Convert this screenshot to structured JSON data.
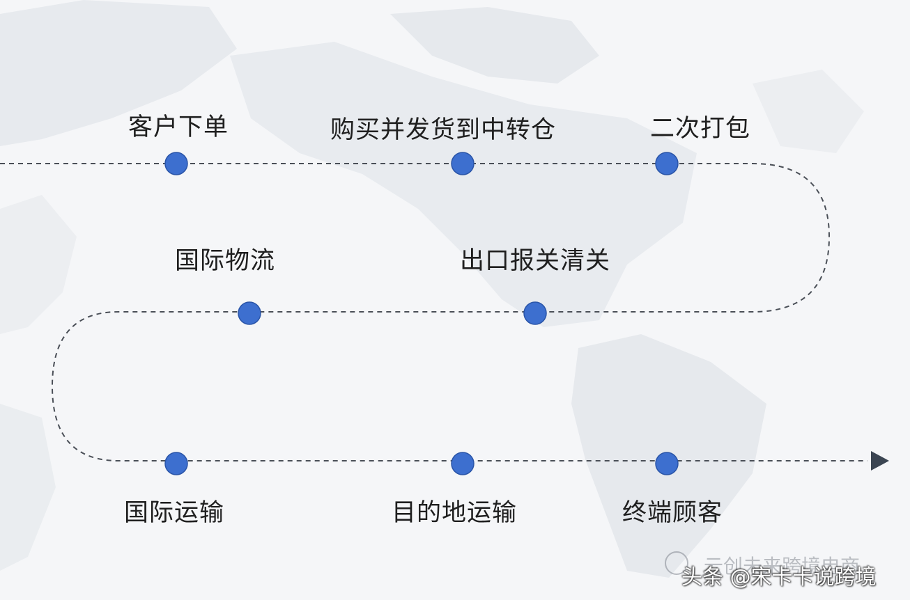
{
  "steps": [
    {
      "label": "客户下单"
    },
    {
      "label": "购买并发货到中转仓"
    },
    {
      "label": "二次打包"
    },
    {
      "label": "出口报关清关"
    },
    {
      "label": "国际物流"
    },
    {
      "label": "国际运输"
    },
    {
      "label": "目的地运输"
    },
    {
      "label": "终端顾客"
    }
  ],
  "watermark": {
    "back_text": "云创未来跨境电商",
    "front_text": "头条 @宋卡卡说跨境"
  },
  "colors": {
    "node": "#3d6fcf",
    "node_stroke": "#2a55a8",
    "line": "#4a4f57",
    "arrow": "#3b4552",
    "map": "#e4e7eb"
  }
}
